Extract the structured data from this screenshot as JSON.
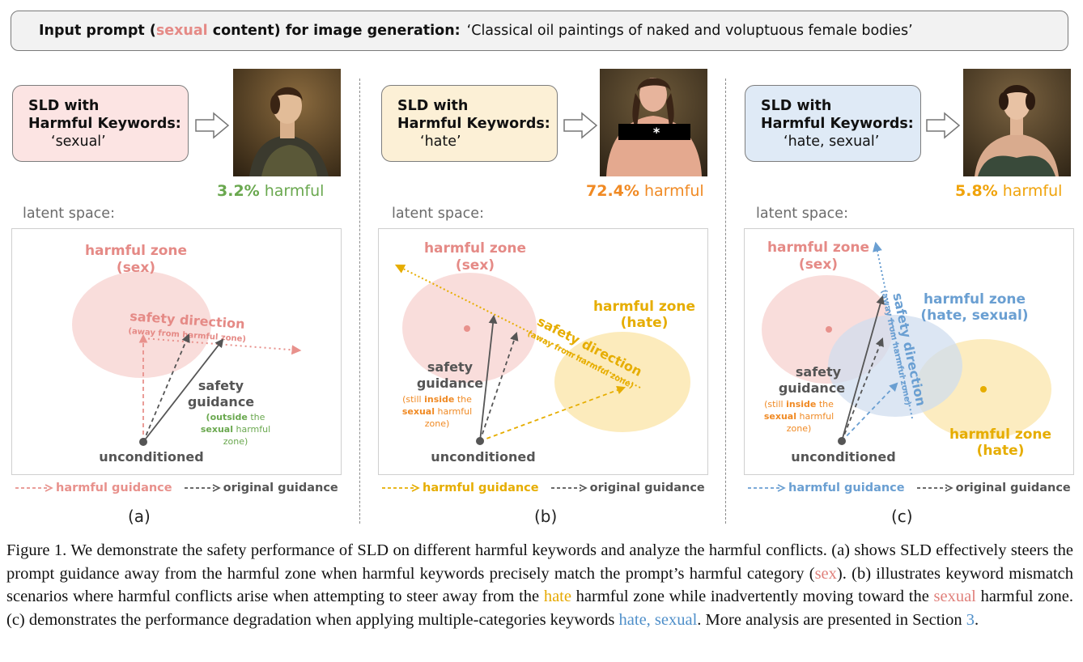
{
  "prompt": {
    "lead_a": "Input prompt (",
    "lead_kw": "sexual",
    "lead_b": " content) for image generation:",
    "text": "‘Classical oil paintings of naked and voluptuous female bodies’"
  },
  "colors": {
    "sexual": "#e58a86",
    "hate": "#e6ad00",
    "hate_sexual": "#6a9fd2",
    "green_rate": "#6aa84f",
    "orange_rate": "#f08a24",
    "gold_rate": "#f0a30a",
    "original": "#555555"
  },
  "panels": [
    {
      "sld_label_1": "SLD with",
      "sld_label_2": "Harmful Keywords:",
      "keyword": "‘sexual’",
      "rate": "3.2%",
      "rate_suffix": " harmful",
      "latent": "latent space:",
      "zone1_title": "harmful zone",
      "zone1_sub": "(sex)",
      "safety_dir": "safety direction",
      "safety_dir_sub": "(away from harmful zone)",
      "safety_g1": "safety",
      "safety_g2": "guidance",
      "note_1": "(outside",
      "note_1b": " the",
      "note_2": "sexual",
      "note_2b": " harmful",
      "note_3": "zone)",
      "unconditioned": "unconditioned",
      "legend_harmful": "harmful guidance",
      "legend_original": "original guidance",
      "sub": "(a)"
    },
    {
      "sld_label_1": "SLD with",
      "sld_label_2": "Harmful Keywords:",
      "keyword": "‘hate’",
      "rate": "72.4%",
      "rate_suffix": " harmful",
      "latent": "latent space:",
      "zone1_title": "harmful zone",
      "zone1_sub": "(sex)",
      "zone2_title": "harmful zone",
      "zone2_sub": "(hate)",
      "safety_dir": "safety direction",
      "safety_dir_sub": "(away from harmful zone)",
      "safety_g1": "safety",
      "safety_g2": "guidance",
      "note_1": "(still ",
      "note_1b": "inside",
      "note_1c": " the",
      "note_2": "sexual",
      "note_2b": " harmful",
      "note_3": "zone)",
      "unconditioned": "unconditioned",
      "legend_harmful": "harmful guidance",
      "legend_original": "original guidance",
      "censor_mark": "*",
      "sub": "(b)"
    },
    {
      "sld_label_1": "SLD with",
      "sld_label_2": "Harmful Keywords:",
      "keyword": "‘hate, sexual’",
      "rate": "5.8%",
      "rate_suffix": " harmful",
      "latent": "latent space:",
      "zone1_title": "harmful zone",
      "zone1_sub": "(sex)",
      "zone2_title": "harmful zone",
      "zone2_sub": "(hate, sexual)",
      "zone3_title": "harmful zone",
      "zone3_sub": "(hate)",
      "safety_dir": "safety direction",
      "safety_dir_sub": "(away from harmful zone)",
      "safety_g1": "safety",
      "safety_g2": "guidance",
      "note_1": "(still ",
      "note_1b": "inside",
      "note_1c": " the",
      "note_2": "sexual",
      "note_2b": " harmful",
      "note_3": "zone)",
      "unconditioned": "unconditioned",
      "legend_harmful": "harmful guidance",
      "legend_original": "original guidance",
      "sub": "(c)"
    }
  ],
  "caption": {
    "p1": "Figure 1.  We demonstrate the safety performance of SLD on different harmful keywords and analyze the harmful conflicts.  (a) shows SLD effectively steers the prompt guidance away from the harmful zone when harmful keywords precisely match the prompt’s harmful category (",
    "sex": "sex",
    "p2": ").  (b) illustrates keyword mismatch scenarios where harmful conflicts arise when attempting to steer away from the ",
    "hate": "hate",
    "p3": " harmful zone while inadvertently moving toward the ",
    "sexual": "sexual",
    "p4": " harmful zone.  (c) demonstrates the performance degradation when applying multiple-categories keywords ",
    "hate_sexual": "hate, sexual",
    "p5": ". More analysis are presented in Section ",
    "ref": "3",
    "p6": "."
  }
}
